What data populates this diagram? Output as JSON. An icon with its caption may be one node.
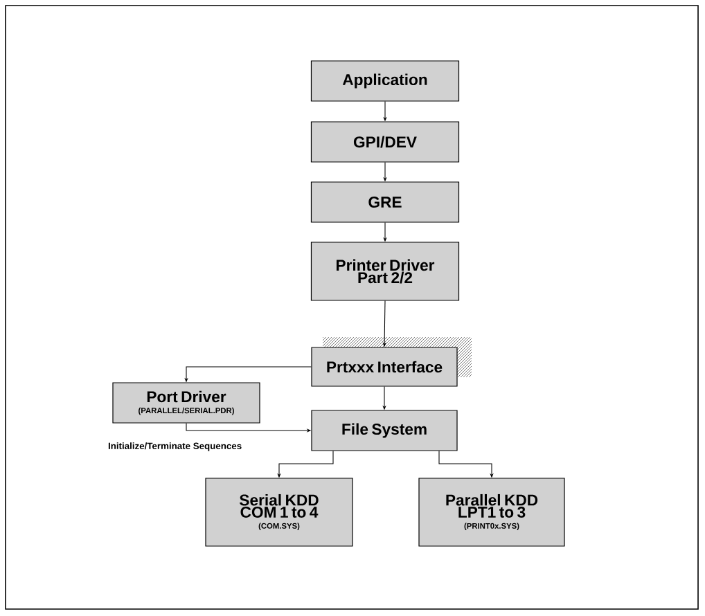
{
  "diagram": {
    "nodes": [
      {
        "text": [
          "Application"
        ]
      },
      {
        "text": [
          "GPI/DEV"
        ]
      },
      {
        "text": [
          "GRE"
        ]
      },
      {
        "text": [
          "Printer Driver Part 2/2"
        ]
      },
      {
        "text": [
          "Prtxxx Interface"
        ]
      },
      {
        "text": [
          "Port Driver",
          "(PARALLEL/SERIAL.PDR)"
        ]
      },
      {
        "text": [
          "File System"
        ]
      },
      {
        "text": [
          "Serial KDD COM 1 to 4",
          "(COM.SYS)"
        ]
      },
      {
        "text": [
          "Parallel KDD LPT1 to 3",
          "(PRINT0x.SYS)"
        ]
      }
    ],
    "edges": [
      {
        "from": 0,
        "to": 1,
        "arrow": "to"
      },
      {
        "from": 1,
        "to": 2,
        "arrow": "to"
      },
      {
        "from": 2,
        "to": 3,
        "arrow": "to"
      },
      {
        "from": 3,
        "to": 4,
        "arrow": "to"
      },
      {
        "from": 4,
        "to": 5,
        "arrow": "to"
      },
      {
        "from": 4,
        "to": 6,
        "arrow": "to"
      },
      {
        "from": 5,
        "to": 6,
        "arrow": "to",
        "label": "Initialize/Terminate Sequences"
      },
      {
        "from": 6,
        "to": 7,
        "arrow": "to"
      },
      {
        "from": 6,
        "to": 8,
        "arrow": "to"
      }
    ]
  }
}
